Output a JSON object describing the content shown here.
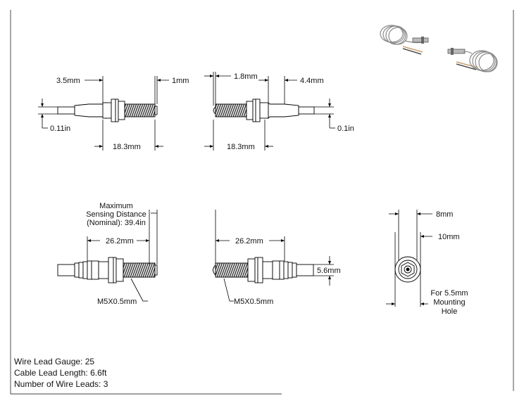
{
  "top_left_sensor": {
    "dim_left": "3.5mm",
    "dim_right": "1mm",
    "dim_diameter": "0.11in",
    "dim_length": "18.3mm"
  },
  "top_right_sensor": {
    "dim_left": "1.8mm",
    "dim_right": "4.4mm",
    "dim_diameter": "0.1in",
    "dim_length": "18.3mm"
  },
  "bottom_left_sensor": {
    "sensing_line1": "Maximum",
    "sensing_line2": "Sensing Distance",
    "sensing_line3": "(Nominal): 39.4in",
    "dim_length": "26.2mm",
    "thread": "M5X0.5mm"
  },
  "bottom_mid_sensor": {
    "dim_length": "26.2mm",
    "dim_diameter": "5.6mm",
    "thread": "M5X0.5mm"
  },
  "end_view": {
    "dim_outer": "8mm",
    "dim_inner": "10mm",
    "note_line1": "For 5.5mm",
    "note_line2": "Mounting",
    "note_line3": "Hole"
  },
  "specs": {
    "gauge": "Wire Lead Gauge: 25",
    "cable_length": "Cable Lead Length: 6.6ft",
    "wire_leads": "Number of Wire Leads: 3"
  },
  "colors": {
    "line": "#000000",
    "cable": "#777777",
    "wire_tan": "#c9a070"
  }
}
